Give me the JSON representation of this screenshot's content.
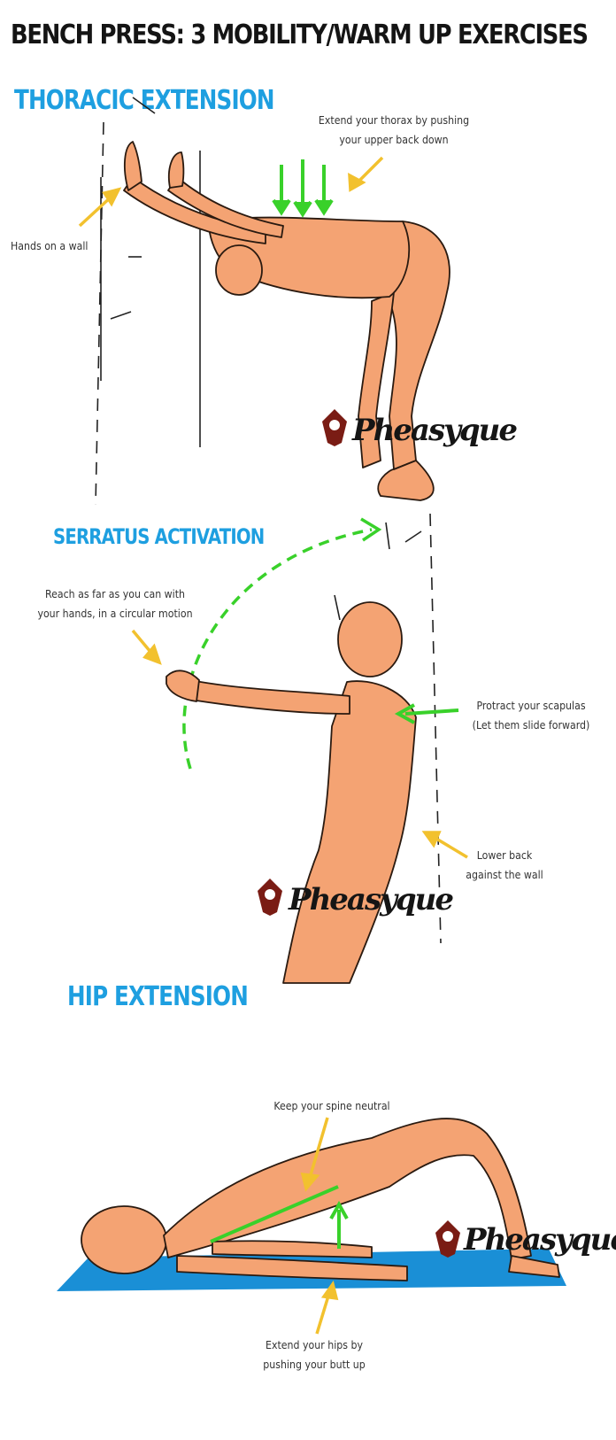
{
  "title": "BENCH PRESS: 3 MOBILITY/WARM UP EXERCISES",
  "colors": {
    "heading": "#1e9fe0",
    "skin": "#f4a373",
    "arrow_green": "#39d12a",
    "arrow_yellow": "#f2c12e",
    "mat": "#1a8fd6"
  },
  "brand": "Pheasyque",
  "sections": [
    {
      "heading": "THORACIC EXTENSION",
      "notes": [
        {
          "line1": "Extend your thorax by pushing",
          "line2": "your upper back down"
        },
        {
          "line1": "Hands on a wall"
        }
      ]
    },
    {
      "heading": "SERRATUS ACTIVATION",
      "notes": [
        {
          "line1": "Reach as far as you can with",
          "line2": "your hands, in a circular motion"
        },
        {
          "line1": "Protract your scapulas",
          "line2": "(Let them slide forward)"
        },
        {
          "line1": "Lower back",
          "line2": "against the wall"
        }
      ]
    },
    {
      "heading": "HIP EXTENSION",
      "notes": [
        {
          "line1": "Keep your spine neutral"
        },
        {
          "line1": "Extend your hips by",
          "line2": "pushing your butt up"
        }
      ]
    }
  ]
}
